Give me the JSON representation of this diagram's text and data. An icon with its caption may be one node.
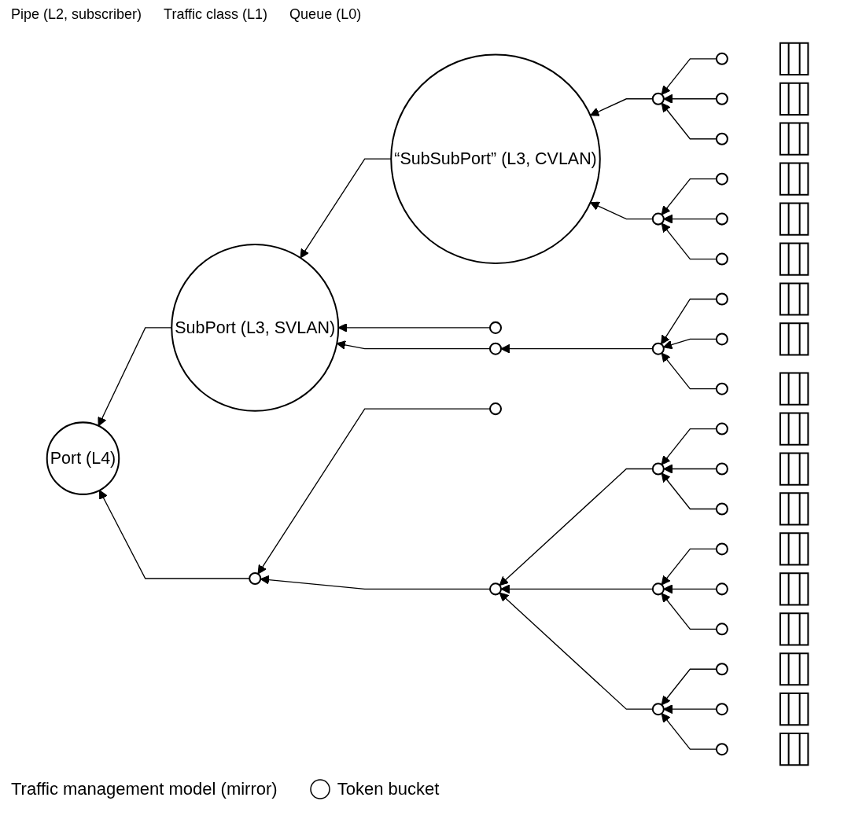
{
  "diagram": {
    "nodes": [
      {
        "text": [
          "Port (L4)"
        ]
      },
      {
        "text": [
          "SubPort (L3, SVLAN)"
        ]
      },
      {
        "text": [],
        "shape": "circle"
      },
      {
        "text": [
          "“SubSubPort” (L3, CVLAN)"
        ]
      },
      {
        "text": [],
        "shape": "circle"
      },
      {
        "text": [],
        "shape": "circle"
      },
      {
        "text": [],
        "shape": "circle"
      },
      {
        "text": [],
        "shape": "circle"
      },
      {
        "text": [],
        "shape": "circle"
      },
      {
        "text": [],
        "shape": "circle"
      },
      {
        "text": [],
        "shape": "circle"
      },
      {
        "text": [],
        "shape": "circle"
      },
      {
        "text": [],
        "shape": "circle"
      },
      {
        "text": [],
        "shape": "circle"
      },
      {
        "text": [],
        "shape": "circle"
      },
      {
        "text": [],
        "shape": "circle"
      },
      {
        "text": [],
        "shape": "circle"
      },
      {
        "text": [],
        "shape": "circle"
      },
      {
        "text": [],
        "shape": "circle"
      },
      {
        "text": [],
        "shape": "circle"
      },
      {
        "text": [],
        "shape": "circle"
      },
      {
        "text": [],
        "shape": "circle"
      },
      {
        "text": [],
        "shape": "circle"
      },
      {
        "text": [],
        "shape": "circle"
      },
      {
        "text": [],
        "shape": "circle"
      },
      {
        "text": [],
        "shape": "circle"
      },
      {
        "text": [],
        "shape": "circle"
      },
      {
        "text": [],
        "shape": "circle"
      },
      {
        "text": [],
        "shape": "circle"
      },
      {
        "text": [],
        "shape": "circle"
      },
      {
        "text": [],
        "shape": "circle"
      },
      {
        "text": [],
        "shape": "circle"
      },
      {
        "text": [],
        "shape": "bar"
      },
      {
        "text": [],
        "shape": "bar"
      },
      {
        "text": [],
        "shape": "bar"
      },
      {
        "text": [],
        "shape": "bar"
      },
      {
        "text": [],
        "shape": "bar"
      },
      {
        "text": [],
        "shape": "bar"
      },
      {
        "text": [],
        "shape": "bar"
      },
      {
        "text": [],
        "shape": "bar"
      },
      {
        "text": [],
        "shape": "bar"
      },
      {
        "text": [],
        "shape": "bar"
      },
      {
        "text": [],
        "shape": "bar"
      },
      {
        "text": [],
        "shape": "bar"
      },
      {
        "text": [],
        "shape": "bar"
      },
      {
        "text": [],
        "shape": "bar"
      },
      {
        "text": [],
        "shape": "bar"
      },
      {
        "text": [],
        "shape": "bar"
      },
      {
        "text": [],
        "shape": "bar"
      },
      {
        "text": [],
        "shape": "bar"
      }
    ],
    "edges": [
      {
        "from": 1,
        "to": 0,
        "arrow": "to"
      },
      {
        "from": 2,
        "to": 0,
        "arrow": "to"
      },
      {
        "from": 3,
        "to": 1,
        "arrow": "to"
      },
      {
        "from": 4,
        "to": 1,
        "arrow": "to"
      },
      {
        "from": 5,
        "to": 1,
        "arrow": "to"
      },
      {
        "from": 6,
        "to": 2,
        "arrow": "to"
      },
      {
        "from": 7,
        "to": 2,
        "arrow": "to"
      },
      {
        "from": 8,
        "to": 3,
        "arrow": "to"
      },
      {
        "from": 9,
        "to": 3,
        "arrow": "to"
      },
      {
        "from": 10,
        "to": 5,
        "arrow": "to"
      },
      {
        "from": 11,
        "to": 7,
        "arrow": "to"
      },
      {
        "from": 12,
        "to": 7,
        "arrow": "to"
      },
      {
        "from": 13,
        "to": 7,
        "arrow": "to"
      },
      {
        "from": 14,
        "to": 8,
        "arrow": "to"
      },
      {
        "from": 15,
        "to": 8,
        "arrow": "to"
      },
      {
        "from": 16,
        "to": 8,
        "arrow": "to"
      },
      {
        "from": 17,
        "to": 9,
        "arrow": "to"
      },
      {
        "from": 18,
        "to": 9,
        "arrow": "to"
      },
      {
        "from": 19,
        "to": 9,
        "arrow": "to"
      },
      {
        "from": 20,
        "to": 10,
        "arrow": "to"
      },
      {
        "from": 21,
        "to": 10,
        "arrow": "to"
      },
      {
        "from": 22,
        "to": 10,
        "arrow": "to"
      },
      {
        "from": 23,
        "to": 11,
        "arrow": "to"
      },
      {
        "from": 24,
        "to": 11,
        "arrow": "to"
      },
      {
        "from": 25,
        "to": 11,
        "arrow": "to"
      },
      {
        "from": 26,
        "to": 12,
        "arrow": "to"
      },
      {
        "from": 27,
        "to": 12,
        "arrow": "to"
      },
      {
        "from": 28,
        "to": 12,
        "arrow": "to"
      },
      {
        "from": 29,
        "to": 13,
        "arrow": "to"
      },
      {
        "from": 30,
        "to": 13,
        "arrow": "to"
      },
      {
        "from": 31,
        "to": 13,
        "arrow": "to"
      }
    ],
    "labels": [
      "Pipe (L2, subscriber)",
      "Traffic class (L1)",
      "Queue (L0)",
      "Traffic management model (mirror)"
    ],
    "legend": [
      {
        "text": "Token bucket"
      }
    ]
  }
}
